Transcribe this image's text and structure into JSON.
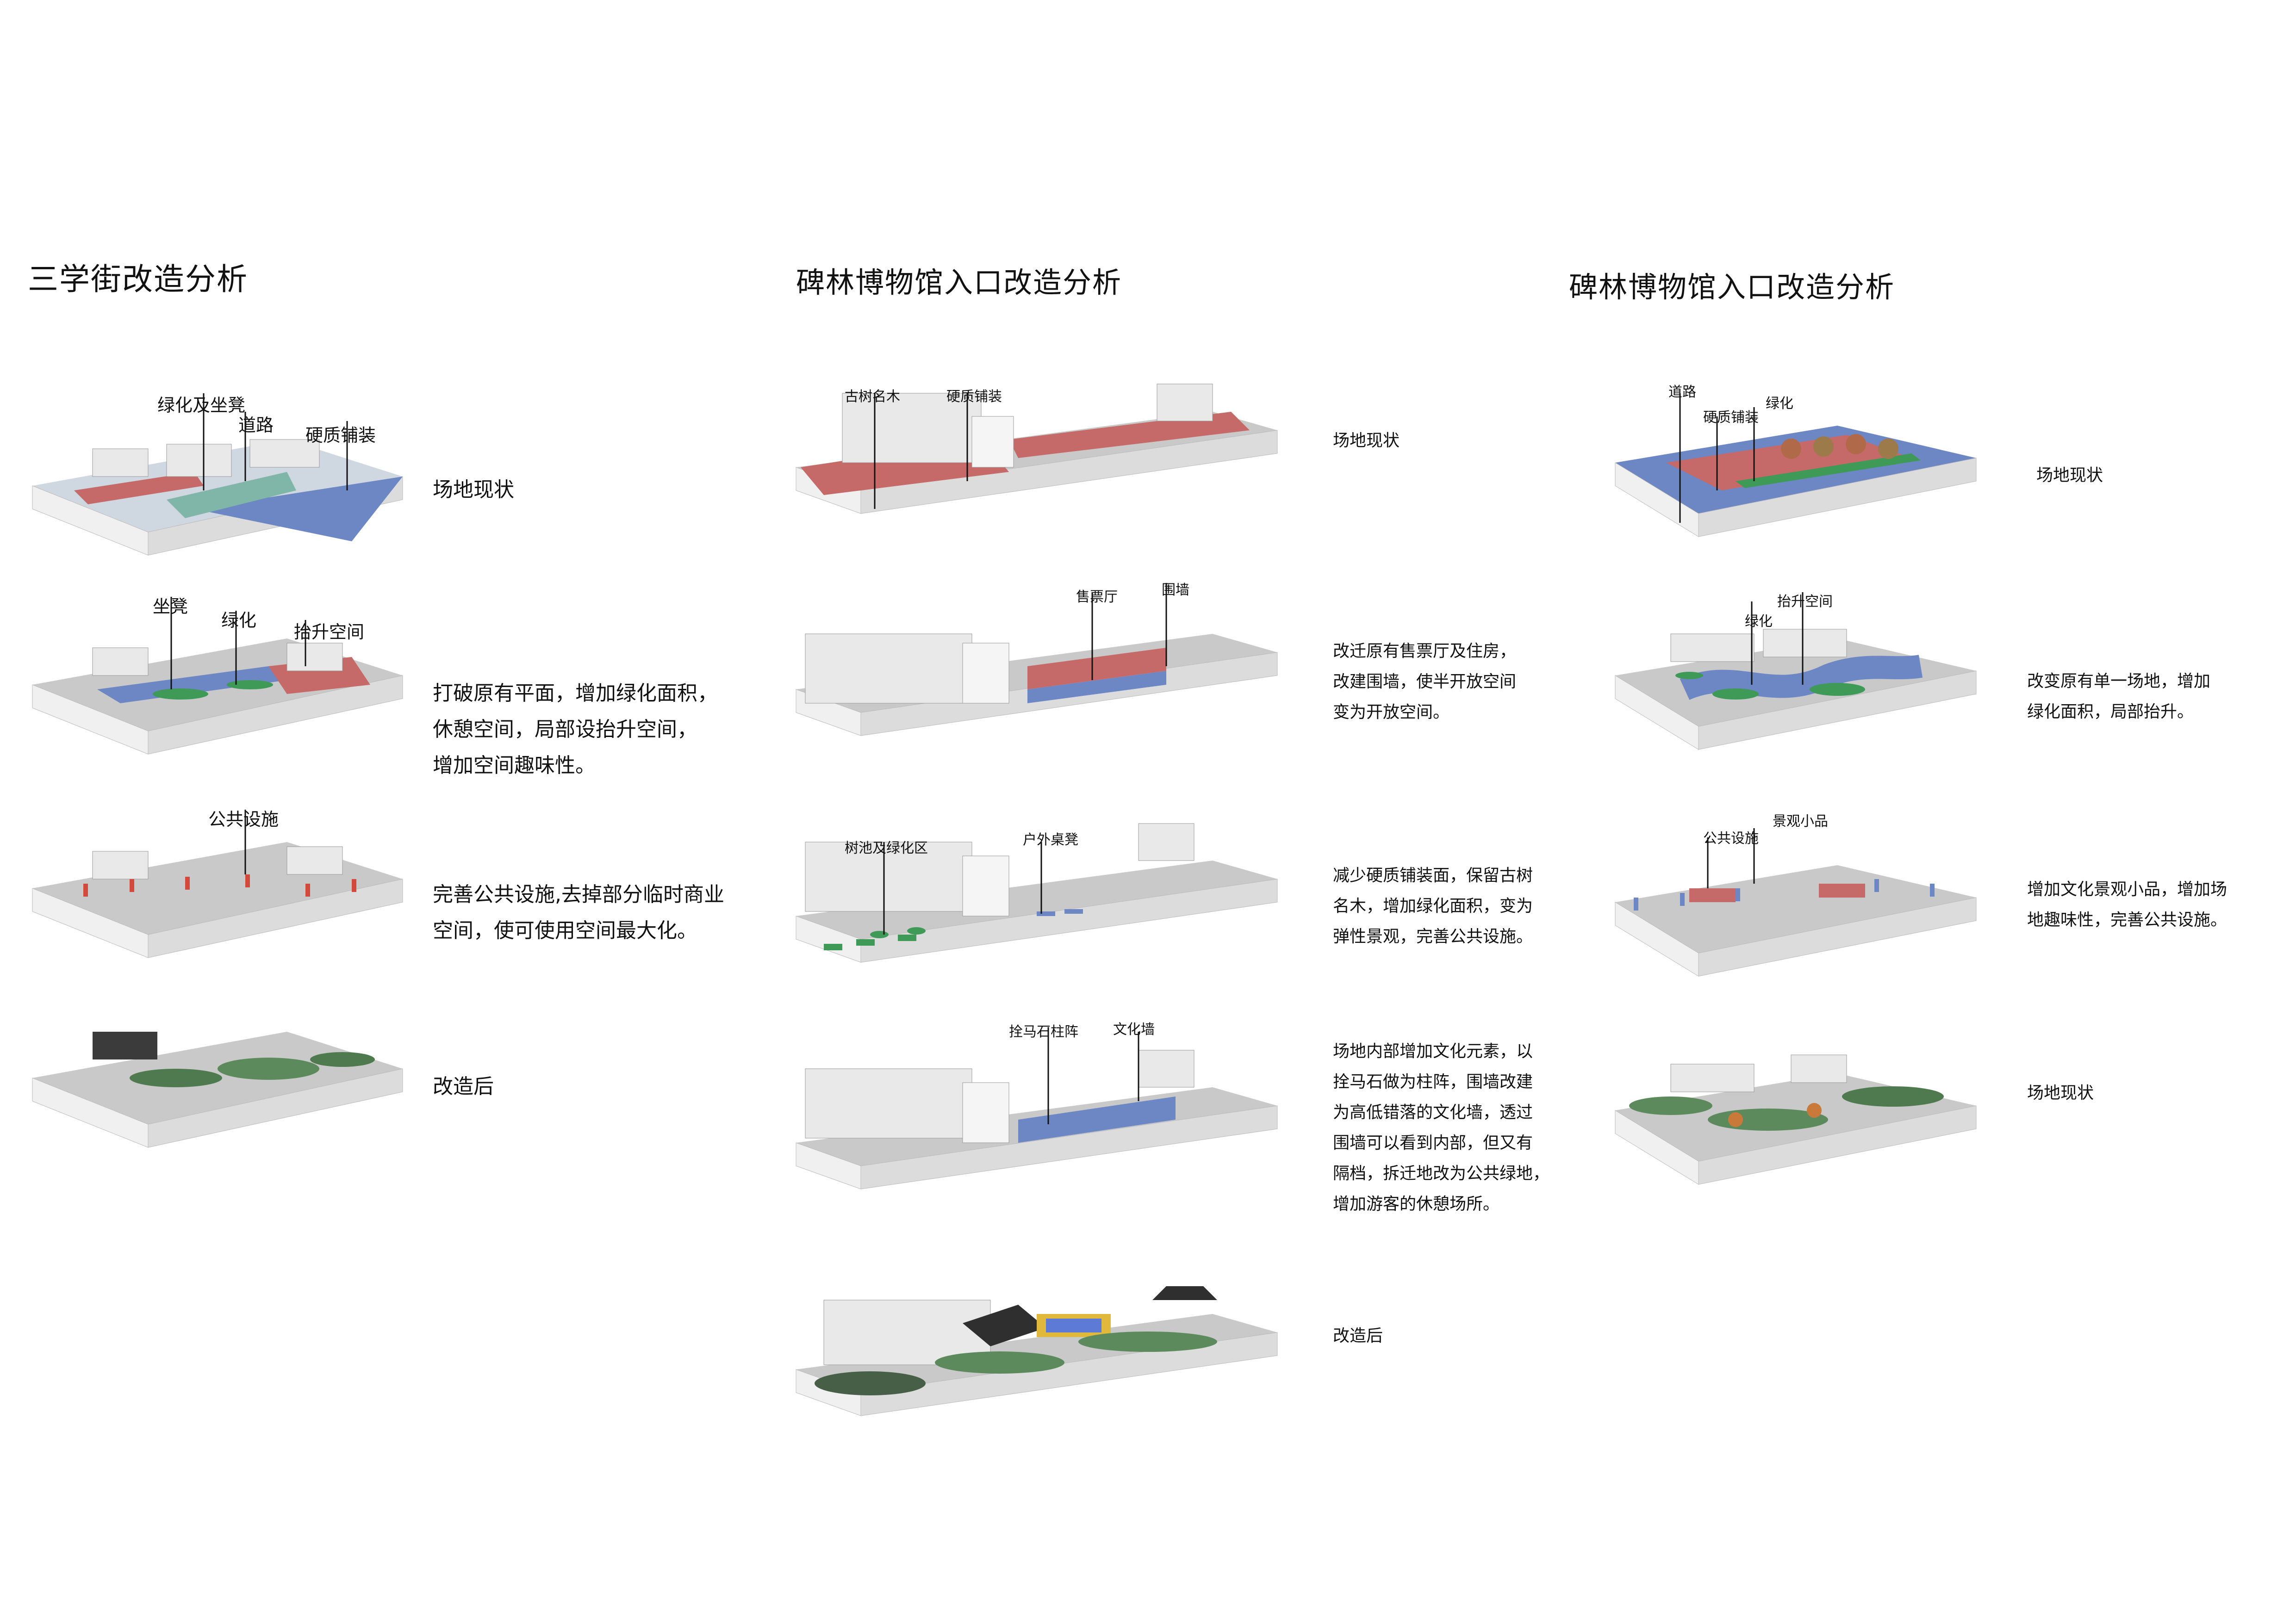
{
  "columns": [
    {
      "title": "三学街改造分析",
      "rows": [
        {
          "labels": [
            "绿化及坐凳",
            "道路",
            "硬质铺装"
          ],
          "description": "场地现状"
        },
        {
          "labels": [
            "坐凳",
            "绿化",
            "抬升空间"
          ],
          "description": "打破原有平面，增加绿化面积，\n休憩空间，局部设抬升空间，\n增加空间趣味性。"
        },
        {
          "labels": [
            "公共设施"
          ],
          "description": "完善公共设施,去掉部分临时商业\n空间，使可使用空间最大化。"
        },
        {
          "labels": [],
          "description": "改造后"
        }
      ]
    },
    {
      "title": "碑林博物馆入口改造分析",
      "rows": [
        {
          "labels": [
            "古树名木",
            "硬质铺装"
          ],
          "description": "场地现状"
        },
        {
          "labels": [
            "售票厅",
            "围墙"
          ],
          "description": "改迁原有售票厅及住房，\n改建围墙，使半开放空间\n变为开放空间。"
        },
        {
          "labels": [
            "树池及绿化区",
            "户外桌凳"
          ],
          "description": "减少硬质铺装面，保留古树\n名木，增加绿化面积，变为\n弹性景观，完善公共设施。"
        },
        {
          "labels": [
            "拴马石柱阵",
            "文化墙"
          ],
          "description": "场地内部增加文化元素，以\n拴马石做为柱阵，围墙改建\n为高低错落的文化墙，透过\n围墙可以看到内部，但又有\n隔档，拆迁地改为公共绿地，\n增加游客的休憩场所。"
        },
        {
          "labels": [],
          "description": "改造后"
        }
      ]
    },
    {
      "title": "碑林博物馆入口改造分析",
      "rows": [
        {
          "labels": [
            "道路",
            "硬质铺装",
            "绿化"
          ],
          "description": "场地现状"
        },
        {
          "labels": [
            "绿化",
            "抬升空间"
          ],
          "description": "改变原有单一场地，增加\n绿化面积，局部抬升。"
        },
        {
          "labels": [
            "公共设施",
            "景观小品"
          ],
          "description": "增加文化景观小品，增加场\n地趣味性，完善公共设施。"
        },
        {
          "labels": [],
          "description": "场地现状"
        }
      ]
    }
  ],
  "colors": {
    "paving_red": "#c56a68",
    "road_blue": "#6d86c4",
    "green": "#3f9a58",
    "teal": "#7fb6a8",
    "facility_red": "#d24a3c",
    "white_volume": "#e9e9e9",
    "ground": "#c9c9c9"
  }
}
